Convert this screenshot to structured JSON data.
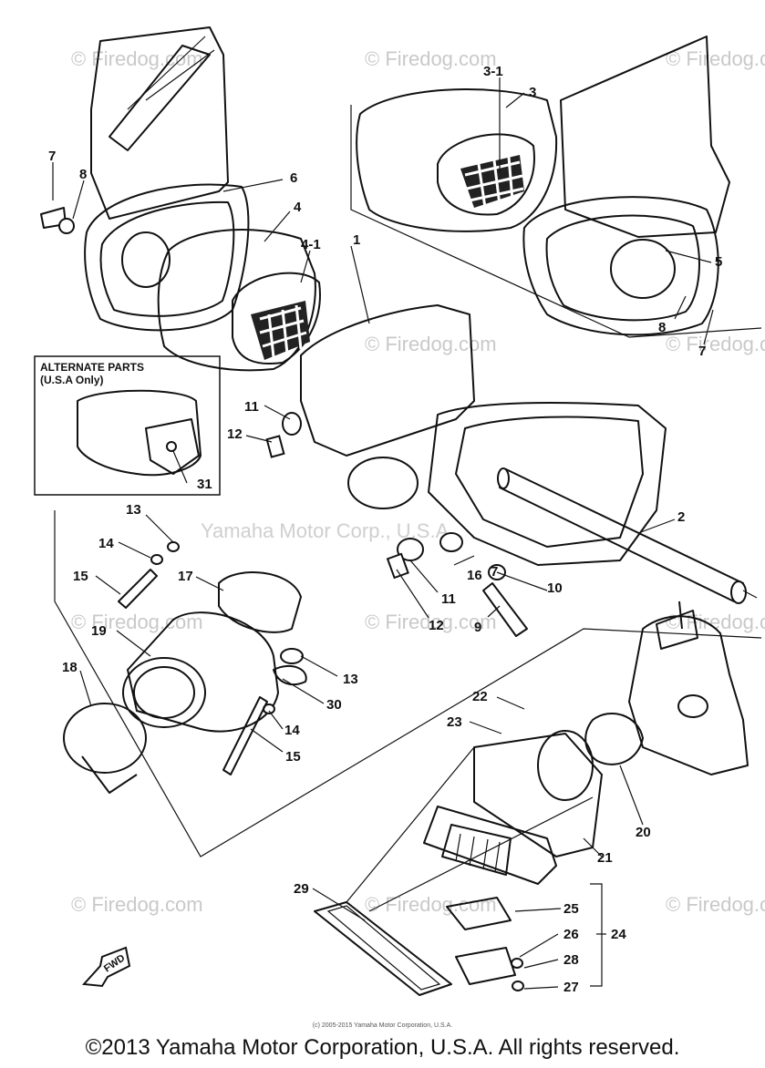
{
  "watermarks": {
    "brand": "© Firedog.com",
    "center": "Yamaha Motor Corp., U.S.A."
  },
  "callouts": [
    "1",
    "2",
    "3",
    "3-1",
    "4",
    "4-1",
    "5",
    "6",
    "7",
    "7",
    "7",
    "8",
    "8",
    "9",
    "10",
    "11",
    "11",
    "12",
    "12",
    "13",
    "13",
    "14",
    "14",
    "15",
    "15",
    "16",
    "17",
    "18",
    "19",
    "20",
    "21",
    "22",
    "23",
    "24",
    "25",
    "26",
    "27",
    "28",
    "29",
    "30",
    "31"
  ],
  "alternate_parts": {
    "title_line1": "ALTERNATE PARTS",
    "title_line2": "(U.S.A Only)"
  },
  "fwd_label": "FWD",
  "footer": {
    "small": "(c) 2005-2015 Yamaha Motor Corporation, U.S.A.",
    "main": "©2013 Yamaha Motor Corporation, U.S.A. All rights reserved."
  },
  "colors": {
    "ink": "#111111",
    "watermark": "#c9c9c9",
    "background": "#ffffff"
  }
}
